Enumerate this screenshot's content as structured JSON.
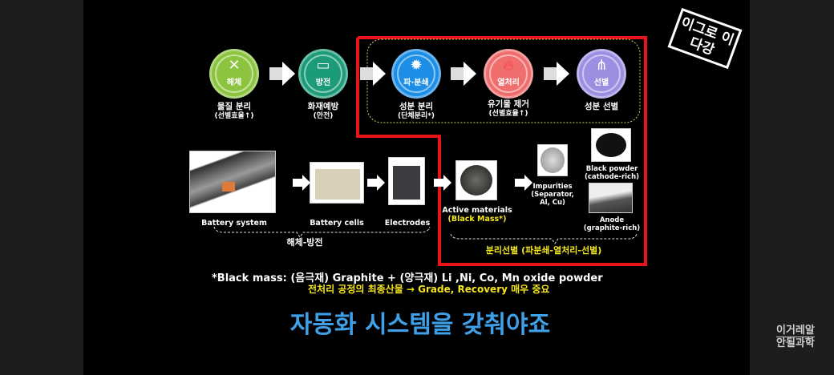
{
  "logo": {
    "text": "이그로 이다강"
  },
  "watermark": {
    "line1": "이거레알",
    "line2": "안될과학"
  },
  "steps": [
    {
      "icon": "wrench-screwdriver",
      "badge": "해체",
      "title": "물질 분리",
      "sub": "(선별효율↑)",
      "color": "#8cc43f"
    },
    {
      "icon": "battery",
      "badge": "방전",
      "title": "화재예방",
      "sub": "(안전)",
      "color": "#1b9b78"
    },
    {
      "icon": "saw-blade",
      "badge": "파·분쇄",
      "title": "성분 분리",
      "sub": "(단체분리*)",
      "color": "#1d8ee6"
    },
    {
      "icon": "flame",
      "badge": "열처리",
      "title": "유기물 제거",
      "sub": "(선별효율↑)",
      "color": "#f06d6d"
    },
    {
      "icon": "hierarchy",
      "badge": "선별",
      "title": "성분 선별",
      "sub": "",
      "color": "#9c8fe2"
    }
  ],
  "materials": {
    "battery_system": "Battery system",
    "battery_cells": "Battery cells",
    "electrodes": "Electrodes",
    "group1": "해체-방전",
    "active": "Active materials",
    "active_sub": "(Black Mass*)",
    "impurities": "Impurities",
    "impurities_sub": "(Separator,",
    "impurities_sub2": "Al, Cu)",
    "black_powder": "Black powder",
    "black_powder_sub": "(cathode-rich)",
    "anode": "Anode",
    "anode_sub": "(graphite-rich)",
    "group2": "분리선별 (파분쇄-열처리-선별)"
  },
  "note": {
    "line1": "*Black mass: (음극재) Graphite + (양극재) Li ,Ni, Co, Mn oxide powder",
    "line2": "전처리 공정의 최종산물 → Grade, Recovery 매우 중요"
  },
  "subtitle": "자동화 시스템을 갖춰야죠",
  "colors": {
    "highlight_box": "#e8141a",
    "yellow": "#f5e61b",
    "subtitle": "#3fa0e8"
  }
}
